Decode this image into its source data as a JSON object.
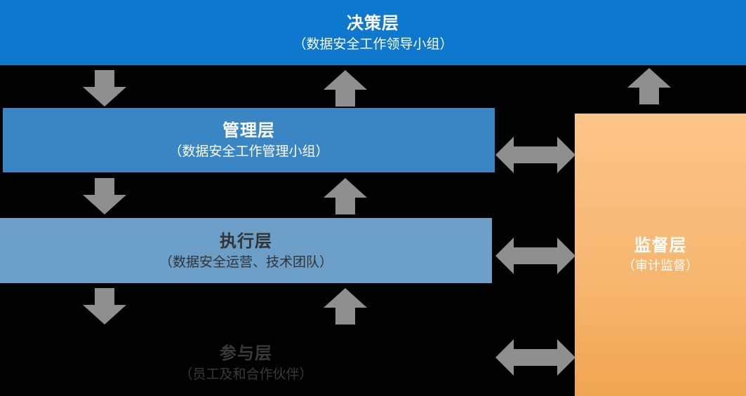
{
  "layers": {
    "decision": {
      "title": "决策层",
      "subtitle": "（数据安全工作领导小组）"
    },
    "management": {
      "title": "管理层",
      "subtitle": "（数据安全工作管理小组）"
    },
    "execution": {
      "title": "执行层",
      "subtitle": "（数据安全运营、技术团队）"
    },
    "participation": {
      "title": "参与层",
      "subtitle": "（员工及和合作伙伴）"
    },
    "supervision": {
      "title": "监督层",
      "subtitle": "（审计监督）"
    }
  },
  "colors": {
    "decision": "#0e78cf",
    "management": "#3a86c4",
    "execution": "#6b9fc7",
    "supervision": "#f6b66e",
    "arrow": "#8f8f8f",
    "background": "#000000"
  },
  "icons": {
    "down": "arrow-down-icon",
    "up": "arrow-up-icon",
    "bidirectional": "double-arrow-icon"
  }
}
